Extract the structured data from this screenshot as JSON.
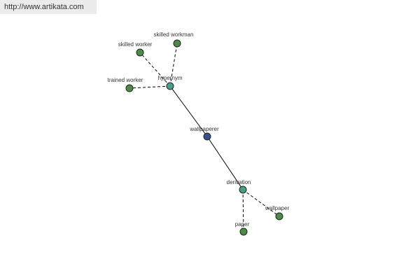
{
  "header": {
    "url_text": "http://www.artikata.com"
  },
  "graph": {
    "nodes": [
      {
        "id": "skilled_workman",
        "label": "skilled workman",
        "kind": "leaf"
      },
      {
        "id": "skilled_worker",
        "label": "skilled worker",
        "kind": "leaf"
      },
      {
        "id": "trained_worker",
        "label": "trained worker",
        "kind": "leaf"
      },
      {
        "id": "hypernym",
        "label": "hypernym",
        "kind": "relation"
      },
      {
        "id": "wallpaperer",
        "label": "wallpaperer",
        "kind": "center"
      },
      {
        "id": "derivation",
        "label": "derivation",
        "kind": "relation"
      },
      {
        "id": "wallpaper",
        "label": "wallpaper",
        "kind": "leaf"
      },
      {
        "id": "paper",
        "label": "paper",
        "kind": "leaf"
      }
    ],
    "edges": [
      {
        "from": "wallpaperer",
        "to": "hypernym",
        "style": "solid"
      },
      {
        "from": "wallpaperer",
        "to": "derivation",
        "style": "solid"
      },
      {
        "from": "hypernym",
        "to": "skilled_workman",
        "style": "dashed"
      },
      {
        "from": "hypernym",
        "to": "skilled_worker",
        "style": "dashed"
      },
      {
        "from": "hypernym",
        "to": "trained_worker",
        "style": "dashed"
      },
      {
        "from": "derivation",
        "to": "wallpaper",
        "style": "dashed"
      },
      {
        "from": "derivation",
        "to": "paper",
        "style": "dashed"
      }
    ],
    "colors": {
      "center": "#3a4f8f",
      "relation": "#4b9b8b",
      "leaf": "#4f8a4a"
    }
  }
}
